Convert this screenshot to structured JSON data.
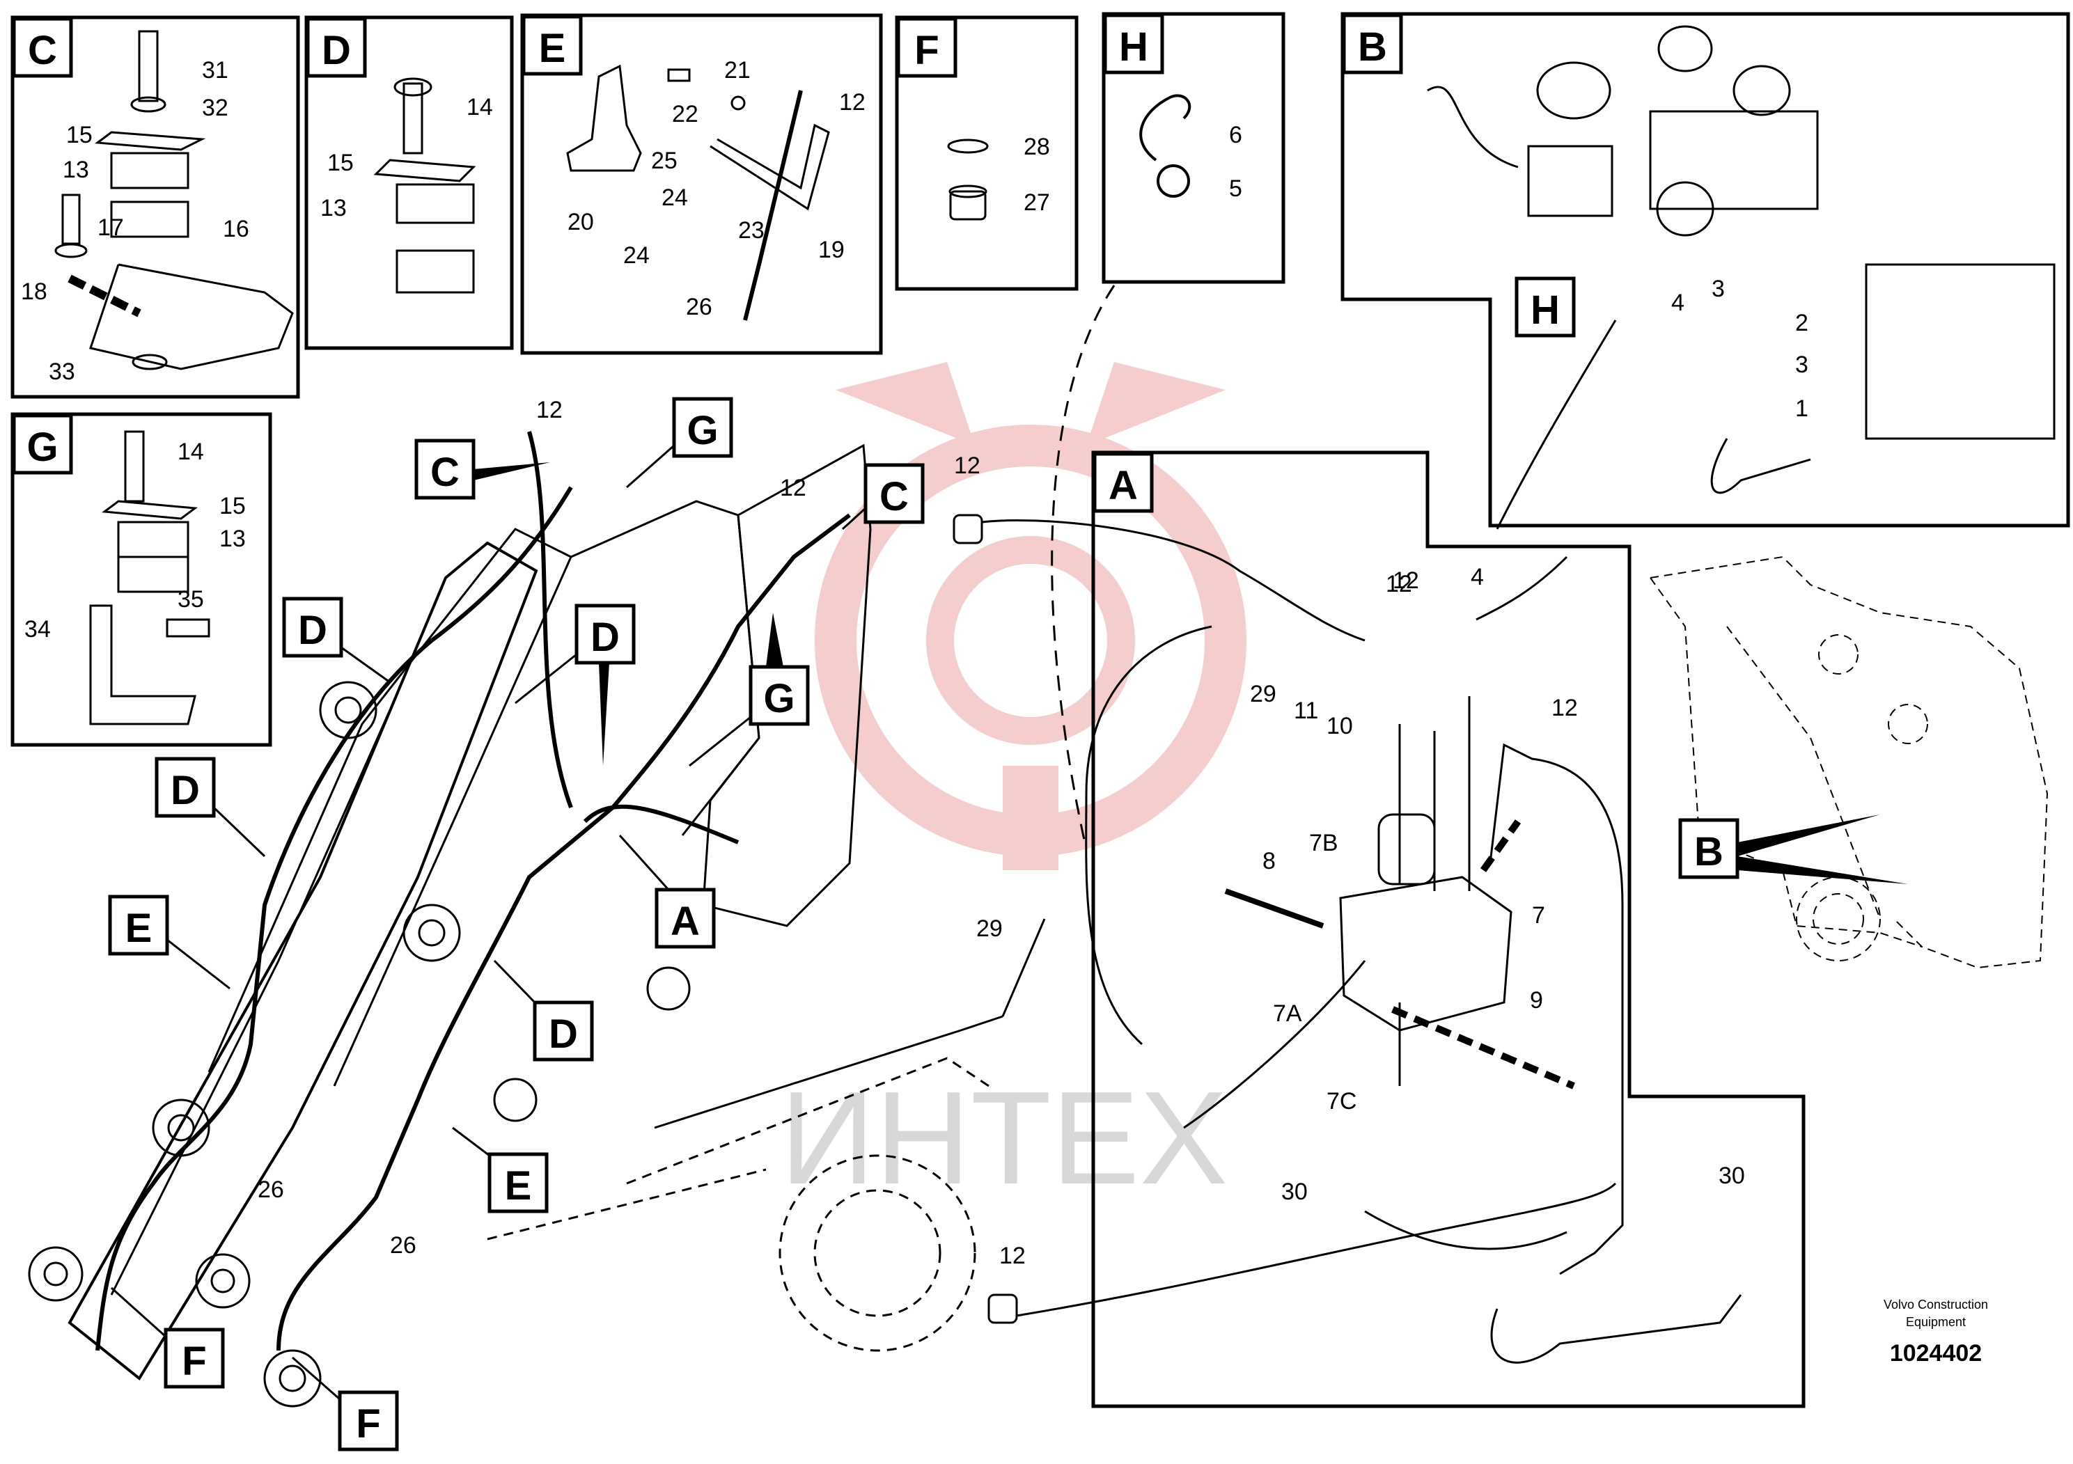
{
  "panels": [
    {
      "letter": "C",
      "labels": [
        "31",
        "32",
        "15",
        "13",
        "17",
        "16",
        "18",
        "33"
      ]
    },
    {
      "letter": "D",
      "labels": [
        "14",
        "15",
        "13"
      ]
    },
    {
      "letter": "E",
      "labels": [
        "21",
        "22",
        "12",
        "25",
        "20",
        "24",
        "23",
        "19",
        "24",
        "26"
      ]
    },
    {
      "letter": "F",
      "labels": [
        "28",
        "27"
      ]
    },
    {
      "letter": "H",
      "labels": [
        "6",
        "5"
      ]
    },
    {
      "letter": "B",
      "labels": [
        "H",
        "4",
        "3",
        "2",
        "3",
        "1"
      ]
    },
    {
      "letter": "G",
      "labels": [
        "14",
        "15",
        "13",
        "35",
        "34"
      ]
    },
    {
      "letter": "A",
      "labels": [
        "12",
        "4",
        "12",
        "29",
        "11",
        "10",
        "12",
        "7B",
        "8",
        "7",
        "9",
        "7A",
        "7C",
        "30",
        "30"
      ]
    }
  ],
  "callouts": [
    "C",
    "G",
    "C",
    "G",
    "D",
    "D",
    "D",
    "D",
    "A",
    "E",
    "E",
    "F",
    "F",
    "B"
  ],
  "main_labels": [
    "12",
    "12",
    "12",
    "29",
    "26",
    "26",
    "12"
  ],
  "watermark": "ИНТЕХ",
  "footer": {
    "line1": "Volvo Construction",
    "line2": "Equipment",
    "number": "1024402"
  },
  "colors": {
    "ink": "#000000",
    "logo": "#f2b8b8",
    "watermark": "#d8d8d8"
  }
}
